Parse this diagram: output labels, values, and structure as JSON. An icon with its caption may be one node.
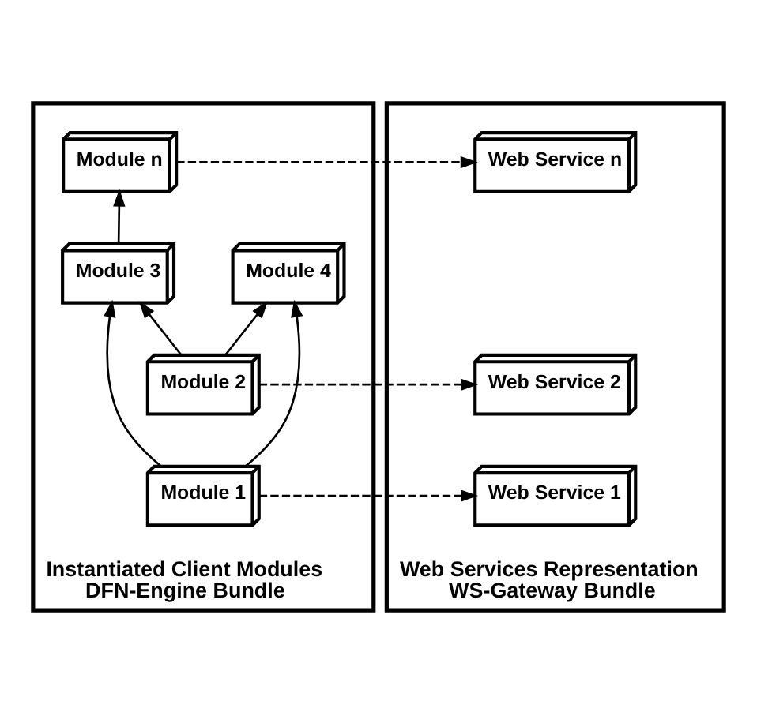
{
  "diagram": {
    "nodes": [
      {
        "text": [
          "Instantiated Client Modules",
          "DFN-Engine Bundle"
        ]
      },
      {
        "text": [
          "Web Services Representation",
          "WS-Gateway Bundle"
        ]
      },
      {
        "text": [
          "Module n"
        ],
        "in": 0
      },
      {
        "text": [
          "Web Service n"
        ],
        "in": 1
      },
      {
        "text": [
          "Module 4"
        ],
        "in": 0
      },
      {
        "text": [
          "Module 3"
        ],
        "in": 0
      },
      {
        "text": [
          "Module 2"
        ],
        "in": 0
      },
      {
        "text": [
          "Web Service 2"
        ],
        "in": 1
      },
      {
        "text": [
          "Module 1"
        ],
        "in": 0
      },
      {
        "text": [
          "Web Service 1"
        ],
        "in": 1
      }
    ],
    "edges": [
      {
        "from": 8,
        "to": 5,
        "arrow": "to"
      },
      {
        "from": 8,
        "to": 4,
        "arrow": "to"
      },
      {
        "from": 6,
        "to": 5,
        "arrow": "to"
      },
      {
        "from": 6,
        "to": 4,
        "arrow": "to"
      },
      {
        "from": 5,
        "to": 2,
        "arrow": "to"
      },
      {
        "from": 2,
        "to": 3,
        "arrow": "to",
        "style": "dashed"
      },
      {
        "from": 6,
        "to": 7,
        "arrow": "to",
        "style": "dashed"
      },
      {
        "from": 8,
        "to": 9,
        "arrow": "to",
        "style": "dashed"
      }
    ]
  }
}
